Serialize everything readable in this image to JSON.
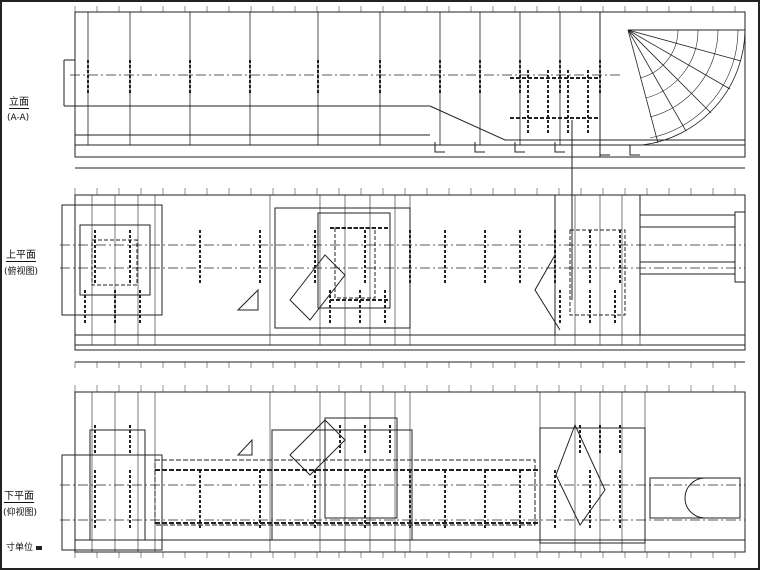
{
  "drawing": {
    "views": [
      {
        "title": "立面",
        "subtitle": "(A-A)"
      },
      {
        "title": "上平面",
        "subtitle": "(俯视图)"
      },
      {
        "title": "下平面",
        "subtitle": "(仰视图)"
      }
    ],
    "scale_label": "寸单位"
  },
  "colors": {
    "line": "#222222",
    "background": "#ffffff"
  }
}
